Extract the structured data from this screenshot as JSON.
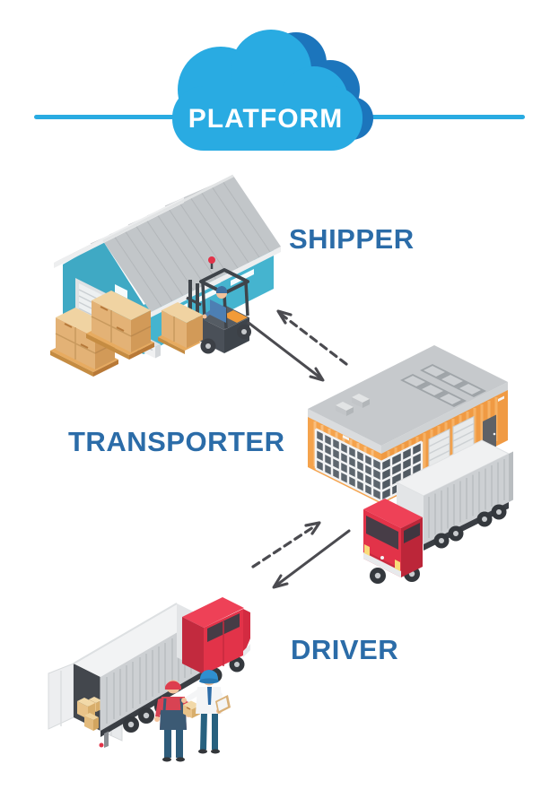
{
  "diagram": {
    "type": "logistics-flow-diagram",
    "background": "#ffffff",
    "entities": [
      {
        "id": "platform",
        "label": "PLATFORM",
        "illustration": "blue cloud on a horizontal connector line"
      },
      {
        "id": "shipper",
        "label": "SHIPPER",
        "illustration": "teal warehouse with gable roof, dock door, pallets of cartons and forklift"
      },
      {
        "id": "transporter",
        "label": "TRANSPORTER",
        "illustration": "orange flat-roof depot with skylights, window grid, roller doors and red semi-truck with gray trailer"
      },
      {
        "id": "driver",
        "label": "DRIVER",
        "illustration": "red cab truck with open gray container, worker with red cap carrying a box, supervisor with blue hard hat and clipboard"
      }
    ],
    "connections": [
      {
        "from": "SHIPPER",
        "to": "TRANSPORTER",
        "style": "solid",
        "direction": "down-right"
      },
      {
        "from": "TRANSPORTER",
        "to": "SHIPPER",
        "style": "dashed",
        "direction": "up-left"
      },
      {
        "from": "DRIVER",
        "to": "TRANSPORTER",
        "style": "dashed",
        "direction": "up-right"
      },
      {
        "from": "TRANSPORTER",
        "to": "DRIVER",
        "style": "solid",
        "direction": "down-left"
      }
    ],
    "colors": {
      "cloud_blue": "#29ABE2",
      "cloud_dark_blue": "#1C75BC",
      "platform_line": "#29ABE2",
      "label_text": "#2B6CA8",
      "arrow": "#4B4B50",
      "shipper_wall_teal": "#45B4CF",
      "roof_gray": "#C2C6C9",
      "transporter_wall_orange": "#F5A34C",
      "truck_red": "#E23349",
      "trailer_gray": "#CDD0D3",
      "carton_tan": "#E9C389"
    }
  },
  "labels": {
    "platform": "PLATFORM",
    "shipper": "SHIPPER",
    "transporter": "TRANSPORTER",
    "driver": "DRIVER"
  }
}
